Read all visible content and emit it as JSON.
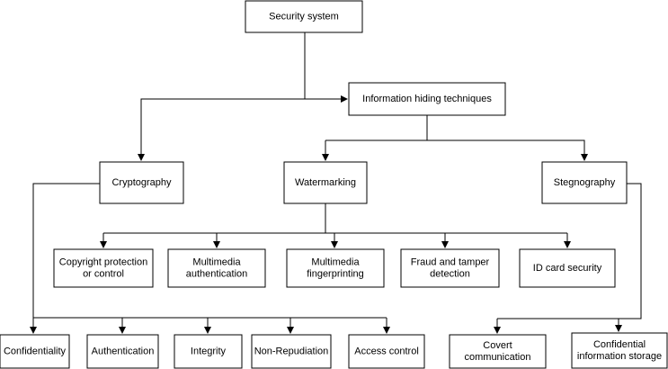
{
  "diagram": {
    "nodes": {
      "security_system": [
        "Security system"
      ],
      "info_hiding": [
        "Information hiding techniques"
      ],
      "cryptography": [
        "Cryptography"
      ],
      "watermarking": [
        "Watermarking"
      ],
      "stegnography": [
        "Stegnography"
      ],
      "copyright": [
        "Copyright protection",
        "or control"
      ],
      "multimedia_auth": [
        "Multimedia",
        "authentication"
      ],
      "multimedia_fp": [
        "Multimedia",
        "fingerprinting"
      ],
      "fraud": [
        "Fraud and tamper",
        "detection"
      ],
      "idcard": [
        "ID card security"
      ],
      "confidentiality": [
        "Confidentiality"
      ],
      "authentication": [
        "Authentication"
      ],
      "integrity": [
        "Integrity"
      ],
      "non_repudiation": [
        "Non-Repudiation"
      ],
      "access_control": [
        "Access control"
      ],
      "covert": [
        "Covert",
        "communication"
      ],
      "confidential_storage": [
        "Confidential",
        "information storage"
      ]
    }
  }
}
